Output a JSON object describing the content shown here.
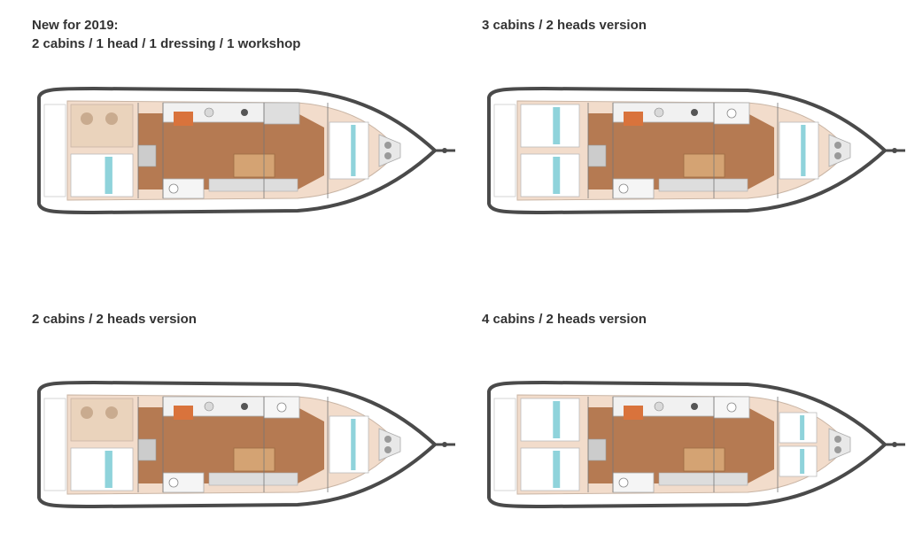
{
  "panels": [
    {
      "id": "p1",
      "title_lines": [
        "New for 2019:",
        "2 cabins / 1 head / 1 dressing / 1 workshop"
      ],
      "layout": "workshop",
      "aft": "double",
      "fwd": "double",
      "heads": 1
    },
    {
      "id": "p2",
      "title_lines": [
        "3 cabins / 2 heads version"
      ],
      "layout": "standard",
      "aft": "split",
      "fwd": "double",
      "heads": 2
    },
    {
      "id": "p3",
      "title_lines": [
        "2 cabins / 2 heads version"
      ],
      "layout": "dressing",
      "aft": "double",
      "fwd": "double",
      "heads": 2
    },
    {
      "id": "p4",
      "title_lines": [
        "4 cabins / 2 heads version"
      ],
      "layout": "standard",
      "aft": "split",
      "fwd": "split",
      "heads": 2
    }
  ],
  "colors": {
    "wood": "#b57a52",
    "deck": "#f2dccb",
    "light_wood": "#ead3bc",
    "hull": "#4a4a4a",
    "bunk": "#ffffff",
    "bunk_accent": "#8fd3db",
    "grey": "#9a9a9a",
    "sink": "#d9d9d9"
  }
}
